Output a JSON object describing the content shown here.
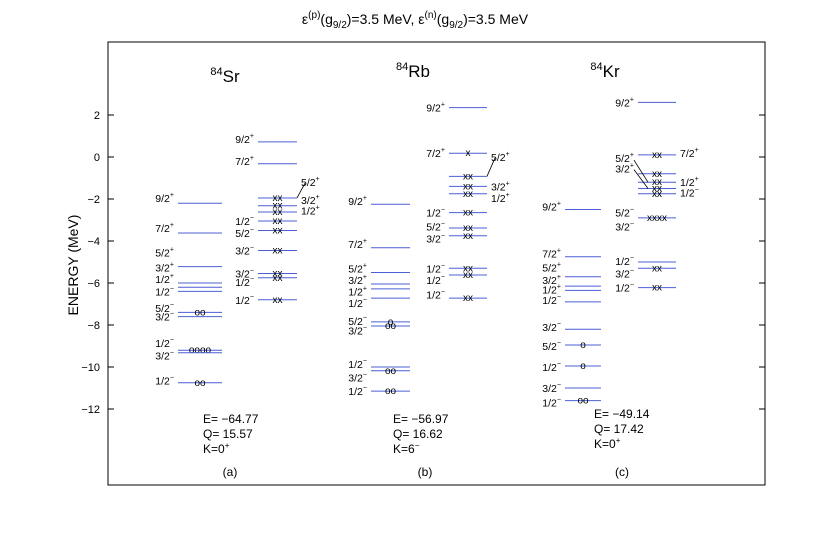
{
  "chart_data": {
    "type": "level-scheme",
    "title_parts": {
      "eps1": "ε",
      "sup1": "(p)",
      "paren1_open": "(g",
      "sub1": "9/2",
      "val1": ")=3.5 MeV, ",
      "eps2": "ε",
      "sup2": "(n)",
      "paren2_open": "(g",
      "sub2": "9/2",
      "val2": ")=3.5 MeV"
    },
    "ylabel": "ENERGY (MeV)",
    "ylim": [
      -15.5,
      5.6
    ],
    "yticks": [
      2,
      0,
      -2,
      -4,
      -6,
      -8,
      -10,
      -12
    ],
    "ytick_labels": [
      "2",
      "0",
      "−2",
      "−4",
      "−6",
      "−8",
      "−10",
      "−12"
    ],
    "line_color": "#4b5fd6",
    "panels": [
      {
        "mass": "84",
        "element": "Sr",
        "tag": "(a)",
        "E": "E= −64.77",
        "Q": "Q= 15.57",
        "K_text": "K=0",
        "K_sup": "+",
        "levels": [
          {
            "e": -2.2,
            "col": 0,
            "sp": "9/2",
            "parity": "+"
          },
          {
            "e": -3.62,
            "col": 0,
            "sp": "7/2",
            "parity": "+"
          },
          {
            "e": -5.22,
            "col": 0,
            "sp": "3/2",
            "parity": "+",
            "label_e": -5.22
          },
          {
            "e": -6.0,
            "col": 0
          },
          {
            "e": -6.2,
            "col": 0
          },
          {
            "e": -6.4,
            "col": 0
          },
          {
            "e": -7.4,
            "col": 0,
            "occ": "oo"
          },
          {
            "e": -7.6,
            "col": 0
          },
          {
            "e": -9.2,
            "col": 0,
            "occ": "oooo"
          },
          {
            "e": -9.32,
            "col": 0
          },
          {
            "e": -10.75,
            "col": 0,
            "occ": "oo"
          },
          {
            "e": 0.72,
            "col": 1,
            "sp": "9/2",
            "parity": "+"
          },
          {
            "e": -0.32,
            "col": 1,
            "sp": "7/2",
            "parity": "+"
          },
          {
            "e": -1.95,
            "col": 1,
            "occ": "xx"
          },
          {
            "e": -2.32,
            "col": 1,
            "occ": "xx"
          },
          {
            "e": -2.62,
            "col": 1,
            "occ": "xx"
          },
          {
            "e": -3.05,
            "col": 1,
            "occ": "xx"
          },
          {
            "e": -3.5,
            "col": 1,
            "occ": "xx",
            "sp": "5/2",
            "parity": "−"
          },
          {
            "e": -4.45,
            "col": 1,
            "occ": "xx",
            "sp": "3/2",
            "parity": "−"
          },
          {
            "e": -5.55,
            "col": 1,
            "occ": "xx"
          },
          {
            "e": -5.75,
            "col": 1,
            "occ": "xx"
          },
          {
            "e": -6.8,
            "col": 1,
            "occ": "xx",
            "sp": "1/2",
            "parity": "−"
          }
        ],
        "left_labels": [
          {
            "e": -1.95,
            "sp": "9/2",
            "parity": "+"
          },
          {
            "e": -3.38,
            "sp": "7/2",
            "parity": "+"
          },
          {
            "e": -4.55,
            "sp": "5/2",
            "parity": "+"
          },
          {
            "e": -5.25,
            "sp": "3/2",
            "parity": "+"
          },
          {
            "e": -5.82,
            "sp": "1/2",
            "parity": "+"
          },
          {
            "e": -6.4,
            "sp": "1/2",
            "parity": "−"
          },
          {
            "e": -7.18,
            "sp": "5/2",
            "parity": "−"
          },
          {
            "e": -7.6,
            "sp": "3/2",
            "parity": "−"
          },
          {
            "e": -8.85,
            "sp": "1/2",
            "parity": "−"
          },
          {
            "e": -9.45,
            "sp": "3/2",
            "parity": "−"
          },
          {
            "e": -10.65,
            "sp": "1/2",
            "parity": "−"
          }
        ],
        "right_labels": [
          {
            "e": 0.85,
            "sp": "9/2",
            "parity": "+",
            "side": "left"
          },
          {
            "e": -0.2,
            "sp": "7/2",
            "parity": "+",
            "side": "left"
          },
          {
            "e": -3.05,
            "sp": "1/2",
            "parity": "−",
            "side": "left"
          },
          {
            "e": -3.62,
            "sp": "5/2",
            "parity": "−",
            "side": "left"
          },
          {
            "e": -4.45,
            "sp": "3/2",
            "parity": "−",
            "side": "left"
          },
          {
            "e": -5.55,
            "sp": "3/2",
            "parity": "−",
            "side": "left"
          },
          {
            "e": -5.95,
            "sp": "1/2",
            "parity": "−",
            "side": "left"
          },
          {
            "e": -6.8,
            "sp": "1/2",
            "parity": "−",
            "side": "left"
          },
          {
            "e": -1.2,
            "sp": "5/2",
            "parity": "+",
            "side": "right"
          },
          {
            "e": -2.05,
            "sp": "3/2",
            "parity": "+",
            "side": "right"
          },
          {
            "e": -2.55,
            "sp": "1/2",
            "parity": "+",
            "side": "right"
          }
        ]
      },
      {
        "mass": "84",
        "element": "Rb",
        "tag": "(b)",
        "E": "E= −56.97",
        "Q": "Q= 16.62",
        "K_text": "K=6",
        "K_sup": "−",
        "left_levels": [
          -2.25,
          -4.32,
          -5.5,
          -6.05,
          -6.28,
          -6.72,
          -7.85,
          -8.05,
          -10.0,
          -10.18,
          -11.15
        ],
        "left_occ": {
          "-7.85": "o",
          "-8.05": "oo",
          "-10.0": "oo",
          "-10.18": "oo",
          "-11.15": "oo"
        },
        "right_levels": [
          2.35,
          0.18,
          -0.92,
          -1.4,
          -1.75,
          -2.65,
          -3.38,
          -3.75,
          -5.3,
          -5.62,
          -6.72
        ],
        "right_occ": {
          "0.18": "x",
          "-0.92": "xx",
          "-1.4": "xx",
          "-1.75": "xx",
          "-2.65": "xx",
          "-3.38": "xx",
          "-3.75": "xx",
          "-5.3": "xx",
          "-5.62": "xx",
          "-6.72": "xx"
        },
        "left_labels": [
          {
            "e": -2.1,
            "sp": "9/2",
            "parity": "+"
          },
          {
            "e": -4.15,
            "sp": "7/2",
            "parity": "+"
          },
          {
            "e": -5.3,
            "sp": "5/2",
            "parity": "+"
          },
          {
            "e": -5.85,
            "sp": "3/2",
            "parity": "+"
          },
          {
            "e": -6.4,
            "sp": "1/2",
            "parity": "+"
          },
          {
            "e": -6.95,
            "sp": "1/2",
            "parity": "−"
          },
          {
            "e": -7.8,
            "sp": "5/2",
            "parity": "−"
          },
          {
            "e": -8.25,
            "sp": "3/2",
            "parity": "−"
          },
          {
            "e": -9.85,
            "sp": "1/2",
            "parity": "−"
          },
          {
            "e": -10.5,
            "sp": "3/2",
            "parity": "−"
          },
          {
            "e": -11.15,
            "sp": "1/2",
            "parity": "−"
          }
        ],
        "right_labels": [
          {
            "e": 2.35,
            "sp": "9/2",
            "parity": "+",
            "side": "left"
          },
          {
            "e": 0.18,
            "sp": "7/2",
            "parity": "+",
            "side": "left"
          },
          {
            "e": -2.65,
            "sp": "1/2",
            "parity": "−",
            "side": "left"
          },
          {
            "e": -3.3,
            "sp": "5/2",
            "parity": "−",
            "side": "left"
          },
          {
            "e": -3.88,
            "sp": "3/2",
            "parity": "−",
            "side": "left"
          },
          {
            "e": -5.3,
            "sp": "1/2",
            "parity": "−",
            "side": "left"
          },
          {
            "e": -5.85,
            "sp": "1/2",
            "parity": "−",
            "side": "left"
          },
          {
            "e": -6.55,
            "sp": "1/2",
            "parity": "−",
            "side": "left"
          },
          {
            "e": 0.0,
            "sp": "5/2",
            "parity": "+",
            "side": "right"
          },
          {
            "e": -1.4,
            "sp": "3/2",
            "parity": "+",
            "side": "right"
          },
          {
            "e": -1.95,
            "sp": "1/2",
            "parity": "+",
            "side": "right"
          }
        ]
      },
      {
        "mass": "84",
        "element": "Kr",
        "tag": "(c)",
        "E": "E= −49.14",
        "Q": "Q= 17.42",
        "K_text": "K=0",
        "K_sup": "+",
        "left_levels": [
          -2.5,
          -4.75,
          -5.7,
          -6.15,
          -6.35,
          -6.9,
          -8.2,
          -8.95,
          -9.95,
          -11.0,
          -11.6
        ],
        "left_occ": {
          "-8.95": "o",
          "-9.95": "o",
          "-11.0": "oo",
          "-11.6": "oo"
        },
        "right_levels": [
          2.6,
          0.1,
          -0.8,
          -1.2,
          -1.5,
          -1.75,
          -2.9,
          -5.0,
          -5.3,
          -6.22
        ],
        "right_occ": {
          "0.1": "xx",
          "-0.8": "xx",
          "-1.2": "xx",
          "-1.5": "xx",
          "-1.75": "xx",
          "-2.9": "xxxx",
          "-5.0": "xx",
          "-5.3": "xx",
          "-6.22": "xx"
        },
        "left_labels": [
          {
            "e": -2.35,
            "sp": "9/2",
            "parity": "+"
          },
          {
            "e": -4.6,
            "sp": "7/2",
            "parity": "+"
          },
          {
            "e": -5.25,
            "sp": "5/2",
            "parity": "+"
          },
          {
            "e": -5.85,
            "sp": "3/2",
            "parity": "+"
          },
          {
            "e": -6.3,
            "sp": "1/2",
            "parity": "+"
          },
          {
            "e": -6.82,
            "sp": "1/2",
            "parity": "−"
          },
          {
            "e": -8.1,
            "sp": "3/2",
            "parity": "−"
          },
          {
            "e": -9.0,
            "sp": "5/2",
            "parity": "−"
          },
          {
            "e": -10.0,
            "sp": "1/2",
            "parity": "−"
          },
          {
            "e": -11.0,
            "sp": "3/2",
            "parity": "−"
          },
          {
            "e": -11.7,
            "sp": "1/2",
            "parity": "−"
          }
        ],
        "right_labels": [
          {
            "e": 2.6,
            "sp": "9/2",
            "parity": "+",
            "side": "left"
          },
          {
            "e": -0.05,
            "sp": "5/2",
            "parity": "+",
            "side": "left"
          },
          {
            "e": -0.55,
            "sp": "3/2",
            "parity": "+",
            "side": "left"
          },
          {
            "e": -2.65,
            "sp": "5/2",
            "parity": "−",
            "side": "left"
          },
          {
            "e": -3.3,
            "sp": "3/2",
            "parity": "−",
            "side": "left"
          },
          {
            "e": -4.95,
            "sp": "1/2",
            "parity": "−",
            "side": "left"
          },
          {
            "e": -5.55,
            "sp": "3/2",
            "parity": "−",
            "side": "left"
          },
          {
            "e": -6.22,
            "sp": "1/2",
            "parity": "−",
            "side": "left"
          },
          {
            "e": 0.2,
            "sp": "7/2",
            "parity": "+",
            "side": "right"
          },
          {
            "e": -1.2,
            "sp": "1/2",
            "parity": "+",
            "side": "right"
          },
          {
            "e": -1.7,
            "sp": "1/2",
            "parity": "−",
            "side": "right"
          }
        ]
      }
    ]
  }
}
